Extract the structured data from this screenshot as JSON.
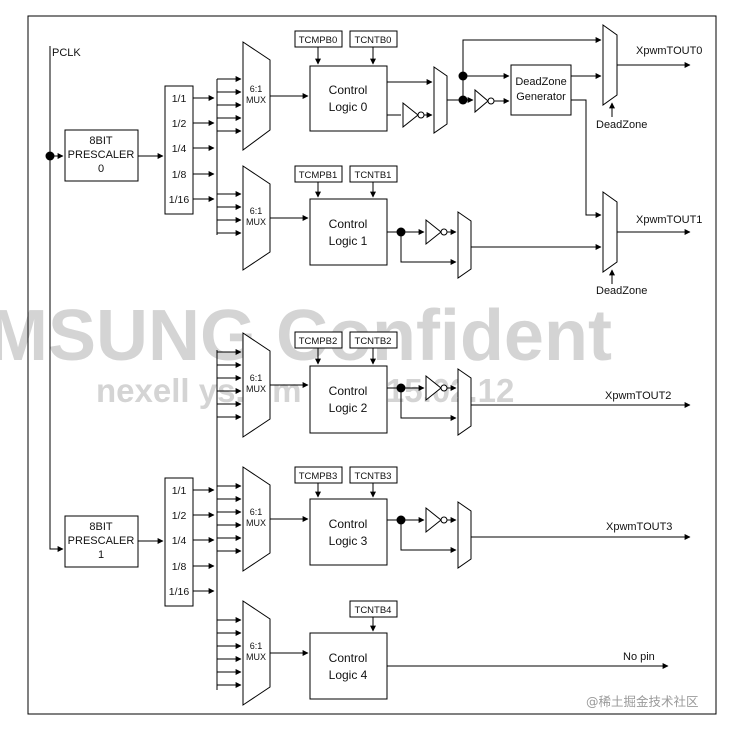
{
  "signals": {
    "pclk": "PCLK",
    "out0": "XpwmTOUT0",
    "out1": "XpwmTOUT1",
    "out2": "XpwmTOUT2",
    "out3": "XpwmTOUT3",
    "nopin": "No pin"
  },
  "prescaler0": {
    "line1": "8BIT",
    "line2": "PRESCALER",
    "line3": "0"
  },
  "prescaler1": {
    "line1": "8BIT",
    "line2": "PRESCALER",
    "line3": "1"
  },
  "dividers": [
    "1/1",
    "1/2",
    "1/4",
    "1/8",
    "1/16"
  ],
  "mux": {
    "line1": "6:1",
    "line2": "MUX"
  },
  "control": [
    {
      "line1": "Control",
      "line2": "Logic 0"
    },
    {
      "line1": "Control",
      "line2": "Logic 1"
    },
    {
      "line1": "Control",
      "line2": "Logic 2"
    },
    {
      "line1": "Control",
      "line2": "Logic 3"
    },
    {
      "line1": "Control",
      "line2": "Logic 4"
    }
  ],
  "registers": {
    "tcmpb0": "TCMPB0",
    "tcntb0": "TCNTB0",
    "tcmpb1": "TCMPB1",
    "tcntb1": "TCNTB1",
    "tcmpb2": "TCMPB2",
    "tcntb2": "TCNTB2",
    "tcmpb3": "TCMPB3",
    "tcntb3": "TCNTB3",
    "tcntb4": "TCNTB4"
  },
  "deadzone_gen": {
    "line1": "DeadZone",
    "line2": "Generator"
  },
  "deadzone_label": "DeadZone",
  "watermark": {
    "line1": "MSUNG Confident",
    "line2": "nexell  ys.kim  at  2015.02.12"
  },
  "credit": "@稀土掘金技术社区",
  "colors": {
    "line": "#000000",
    "watermark": "#cfcfcf",
    "credit": "#9a9a9a"
  }
}
